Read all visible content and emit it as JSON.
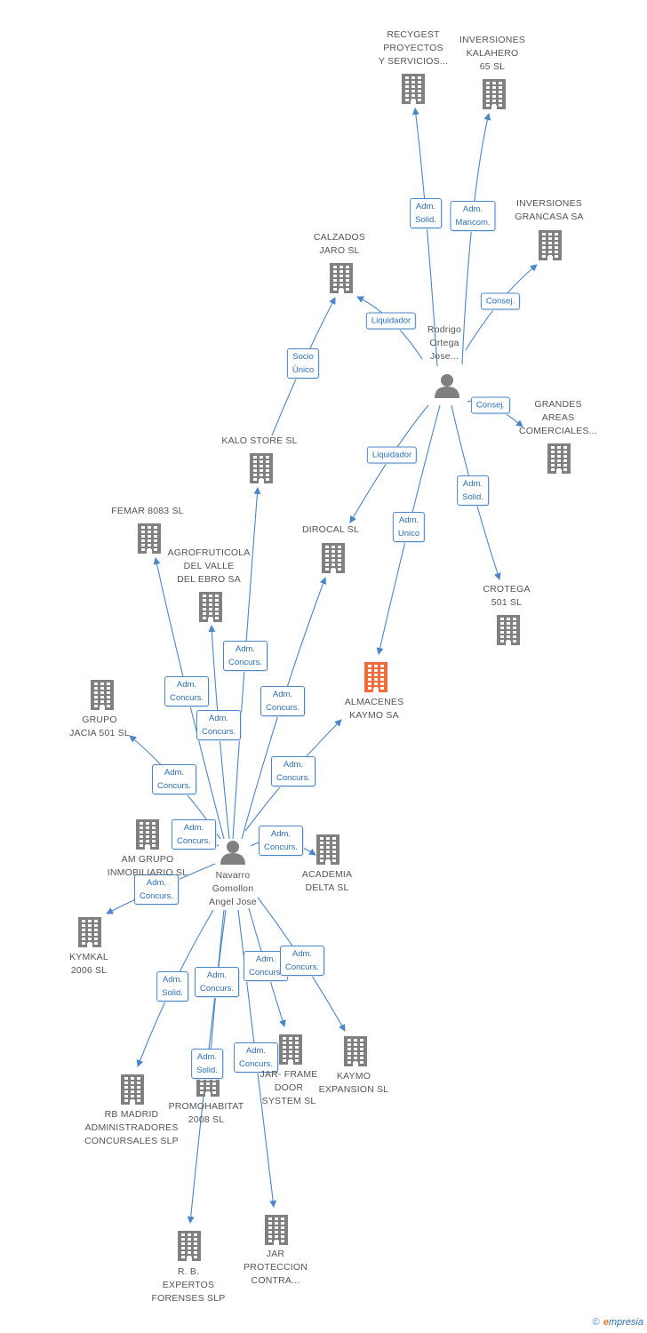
{
  "colors": {
    "edge": "#4a86c8",
    "company": "#808080",
    "focus_company": "#f26b3a",
    "person": "#808080"
  },
  "people": [
    {
      "id": "rodrigo",
      "label": "Rodrigo\nOrtega\nJose...",
      "icon": "person-icon"
    },
    {
      "id": "navarro",
      "label": "Navarro\nGomollon\nAngel Jose",
      "icon": "person-icon"
    }
  ],
  "companies": [
    {
      "id": "recygest",
      "label": "RECYGEST\nPROYECTOS\nY SERVICIOS...",
      "focus": false
    },
    {
      "id": "kalahero",
      "label": "INVERSIONES\nKALAHERO\n65 SL",
      "focus": false
    },
    {
      "id": "grancasa",
      "label": "INVERSIONES\nGRANCASA SA",
      "focus": false
    },
    {
      "id": "calzados",
      "label": "CALZADOS\nJARO SL",
      "focus": false
    },
    {
      "id": "grandes",
      "label": "GRANDES\nAREAS\nCOMERCIALES...",
      "focus": false
    },
    {
      "id": "kalo",
      "label": "KALO STORE SL",
      "focus": false
    },
    {
      "id": "femar",
      "label": "FEMAR 8083 SL",
      "focus": false
    },
    {
      "id": "dirocal",
      "label": "DIROCAL SL",
      "focus": false
    },
    {
      "id": "crotega",
      "label": "CROTEGA\n501 SL",
      "focus": false
    },
    {
      "id": "agro",
      "label": "AGROFRUTICOLA\nDEL VALLE\nDEL EBRO SA",
      "focus": false
    },
    {
      "id": "almacenes",
      "label": "ALMACENES\nKAYMO SA",
      "focus": true
    },
    {
      "id": "jacia",
      "label": "GRUPO\nJACIA 501 SL",
      "focus": false
    },
    {
      "id": "amgrupo",
      "label": "AM GRUPO\nINMOBILIARIO SL",
      "focus": false
    },
    {
      "id": "academia",
      "label": "ACADEMIA\nDELTA SL",
      "focus": false
    },
    {
      "id": "kymkal",
      "label": "KYMKAL\n2006 SL",
      "focus": false
    },
    {
      "id": "rbmadrid",
      "label": "RB MADRID\nADMINISTRADORES\nCONCURSALES SLP",
      "focus": false
    },
    {
      "id": "promo",
      "label": "PROMOHABITAT\n2008 SL",
      "focus": false
    },
    {
      "id": "jarframe",
      "label": "JAR- FRAME\nDOOR\nSYSTEM SL",
      "focus": false
    },
    {
      "id": "kaymoexp",
      "label": "KAYMO\nEXPANSION SL",
      "focus": false
    },
    {
      "id": "rbexpertos",
      "label": "R. B.\nEXPERTOS\nFORENSES SLP",
      "focus": false
    },
    {
      "id": "jarprot",
      "label": "JAR\nPROTECCION\nCONTRA...",
      "focus": false
    }
  ],
  "edges": [
    {
      "from": "rodrigo",
      "to": "recygest",
      "label": "Adm.\nSolid."
    },
    {
      "from": "rodrigo",
      "to": "kalahero",
      "label": "Adm.\nMancom."
    },
    {
      "from": "rodrigo",
      "to": "grancasa",
      "label": "Consej."
    },
    {
      "from": "rodrigo",
      "to": "calzados",
      "label": "Liquidador"
    },
    {
      "from": "rodrigo",
      "to": "grandes",
      "label": "Consej."
    },
    {
      "from": "rodrigo",
      "to": "dirocal",
      "label": "Liquidador"
    },
    {
      "from": "rodrigo",
      "to": "crotega",
      "label": "Adm.\nSolid."
    },
    {
      "from": "rodrigo",
      "to": "almacenes",
      "label": "Adm.\nUnico"
    },
    {
      "from": "kalo",
      "to": "calzados",
      "label": "Socio\nÚnico"
    },
    {
      "from": "navarro",
      "to": "kalo",
      "label": "Adm.\nConcurs."
    },
    {
      "from": "navarro",
      "to": "femar",
      "label": "Adm.\nConcurs."
    },
    {
      "from": "navarro",
      "to": "agro",
      "label": "Adm.\nConcurs."
    },
    {
      "from": "navarro",
      "to": "dirocal",
      "label": "Adm.\nConcurs."
    },
    {
      "from": "navarro",
      "to": "almacenes",
      "label": "Adm.\nConcurs."
    },
    {
      "from": "navarro",
      "to": "jacia",
      "label": "Adm.\nConcurs."
    },
    {
      "from": "navarro",
      "to": "amgrupo",
      "label": "Adm.\nConcurs."
    },
    {
      "from": "navarro",
      "to": "academia",
      "label": "Adm.\nConcurs."
    },
    {
      "from": "navarro",
      "to": "kymkal",
      "label": "Adm.\nConcurs."
    },
    {
      "from": "navarro",
      "to": "rbmadrid",
      "label": "Adm.\nSolid."
    },
    {
      "from": "navarro",
      "to": "promo",
      "label": "Adm.\nConcurs."
    },
    {
      "from": "navarro",
      "to": "jarframe",
      "label": "Adm.\nConcurs."
    },
    {
      "from": "navarro",
      "to": "kaymoexp",
      "label": "Adm.\nConcurs."
    },
    {
      "from": "navarro",
      "to": "rbexpertos",
      "label": "Adm.\nSolid."
    },
    {
      "from": "navarro",
      "to": "jarprot",
      "label": "Adm.\nConcurs."
    }
  ],
  "footer": {
    "copyright": "©",
    "brand_initial": "e",
    "brand_rest": "mpresia"
  }
}
